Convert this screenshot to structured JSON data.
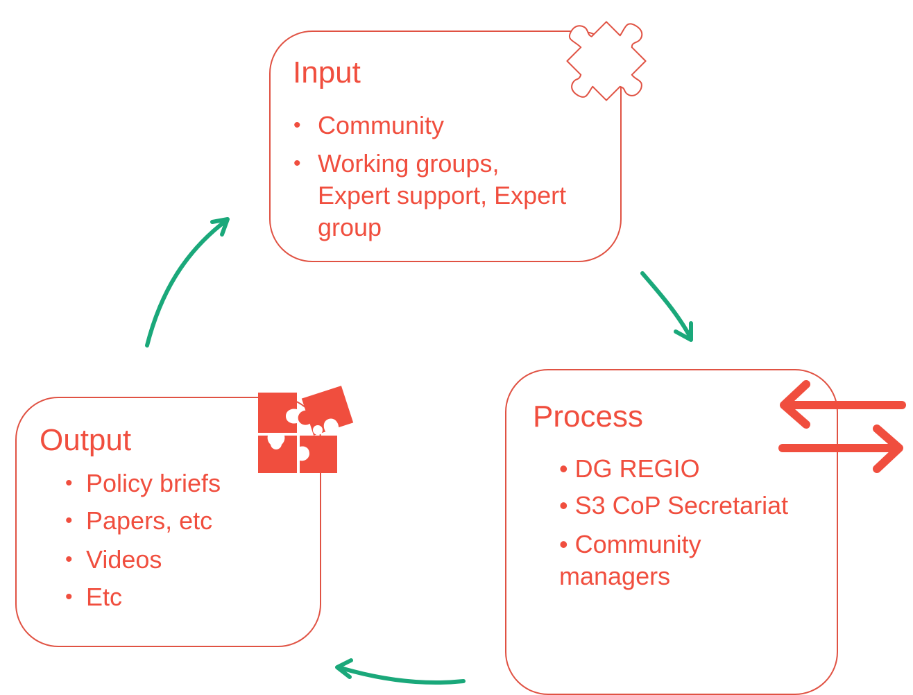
{
  "colors": {
    "accent": "#f04e3e",
    "box_border": "#e05243",
    "arrow_green": "#1aa87a"
  },
  "input": {
    "title": "Input",
    "items": [
      {
        "lines": [
          "Community"
        ]
      },
      {
        "lines": [
          "Working groups,",
          "Expert support, Expert",
          "group"
        ]
      }
    ],
    "icon": "puzzle-piece-outline-icon"
  },
  "process": {
    "title": "Process",
    "items": [
      {
        "lines": [
          "• DG REGIO"
        ]
      },
      {
        "lines": [
          "• S3 CoP Secretariat"
        ]
      },
      {
        "lines": [
          "• Community",
          "managers"
        ]
      }
    ],
    "icon": "exchange-arrows-icon"
  },
  "output": {
    "title": "Output",
    "items": [
      "Policy briefs",
      "Papers, etc",
      "Videos",
      "Etc"
    ],
    "icon": "puzzle-pieces-filled-icon"
  }
}
